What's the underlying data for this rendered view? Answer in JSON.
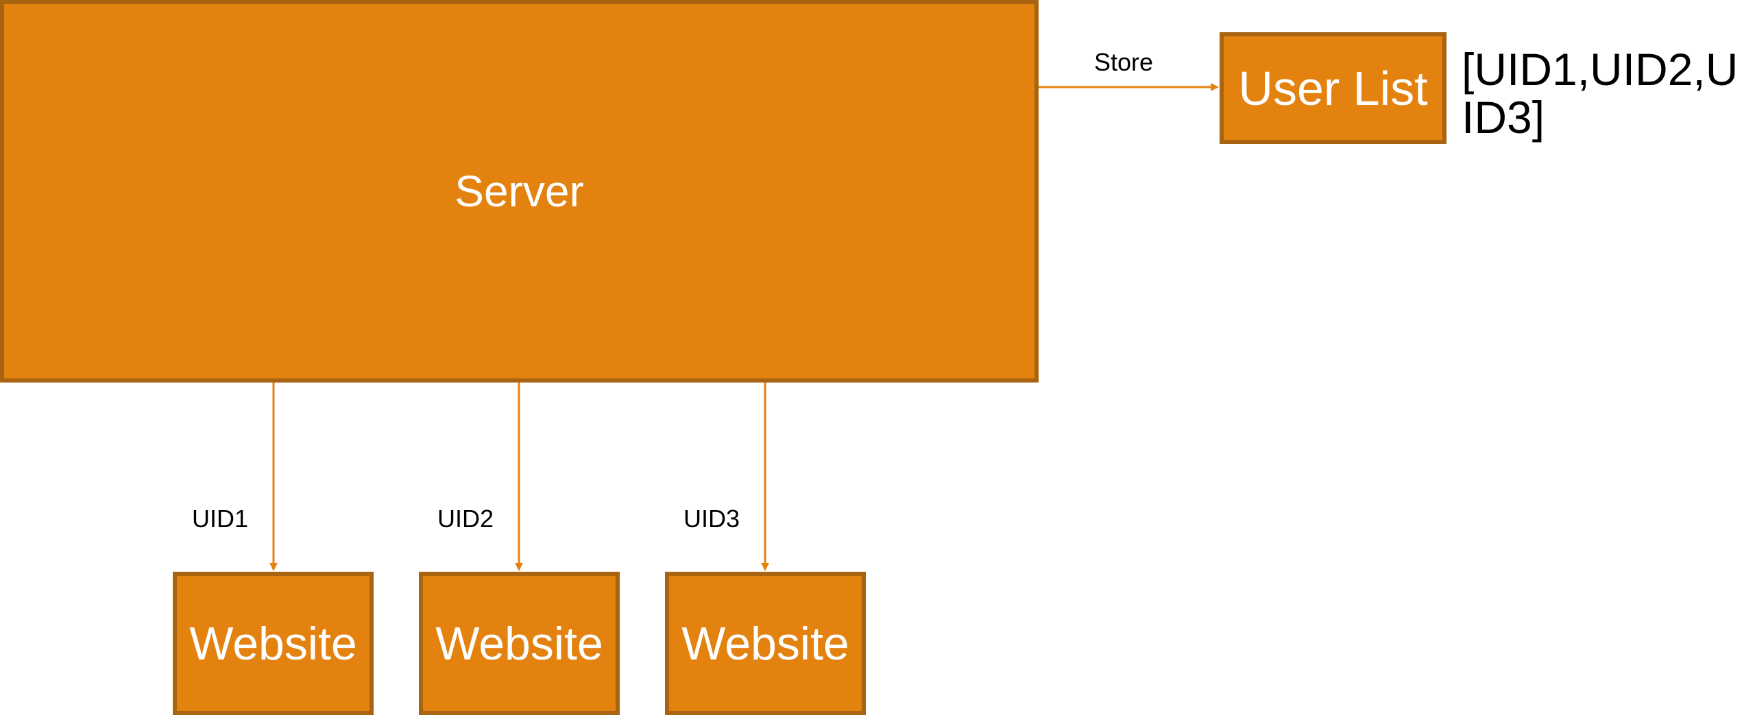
{
  "colors": {
    "node_fill": "#e3820f",
    "node_border": "#a86410",
    "node_text": "#ffffff",
    "edge": "#e3820f",
    "label_text": "#000000"
  },
  "nodes": {
    "server": "Server",
    "user_list": "User List",
    "websites": [
      "Website",
      "Website",
      "Website"
    ]
  },
  "edges": {
    "store": "Store",
    "uids": [
      "UID1",
      "UID2",
      "UID3"
    ]
  },
  "user_list_value": "[UID1,UID2,UID3]"
}
